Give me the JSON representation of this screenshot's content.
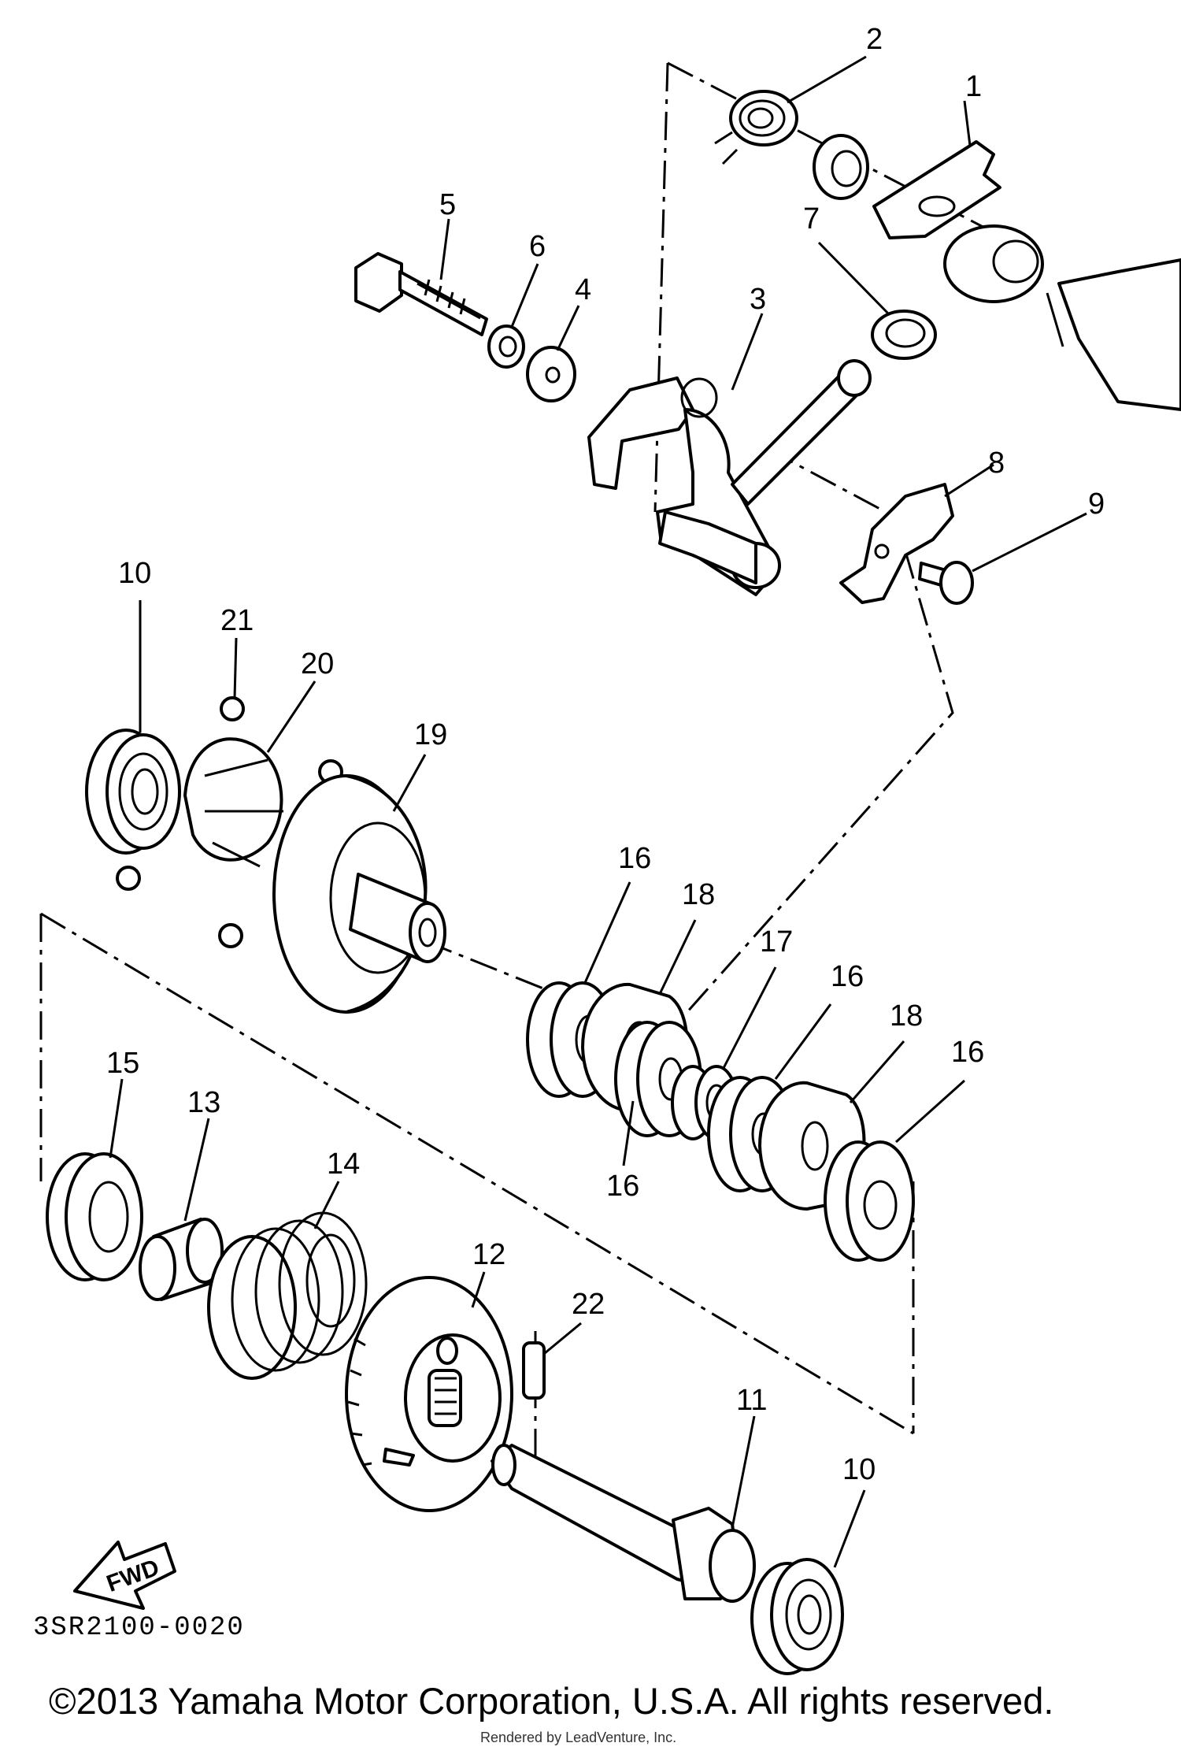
{
  "diagram": {
    "code": "3SR2100-0020",
    "copyright": "©2013 Yamaha Motor Corporation, U.S.A. All rights reserved.",
    "render_credit": "Rendered by LeadVenture, Inc.",
    "fwd_label": "FWD",
    "callouts": {
      "p1": "1",
      "p2": "2",
      "p3": "3",
      "p4": "4",
      "p5": "5",
      "p6": "6",
      "p7": "7",
      "p8": "8",
      "p9": "9",
      "p10a": "10",
      "p10b": "10",
      "p11": "11",
      "p12": "12",
      "p13": "13",
      "p14": "14",
      "p15": "15",
      "p16a": "16",
      "p16b": "16",
      "p16c": "16",
      "p16d": "16",
      "p17": "17",
      "p18a": "18",
      "p18b": "18",
      "p19": "19",
      "p20": "20",
      "p21": "21",
      "p22": "22"
    }
  }
}
